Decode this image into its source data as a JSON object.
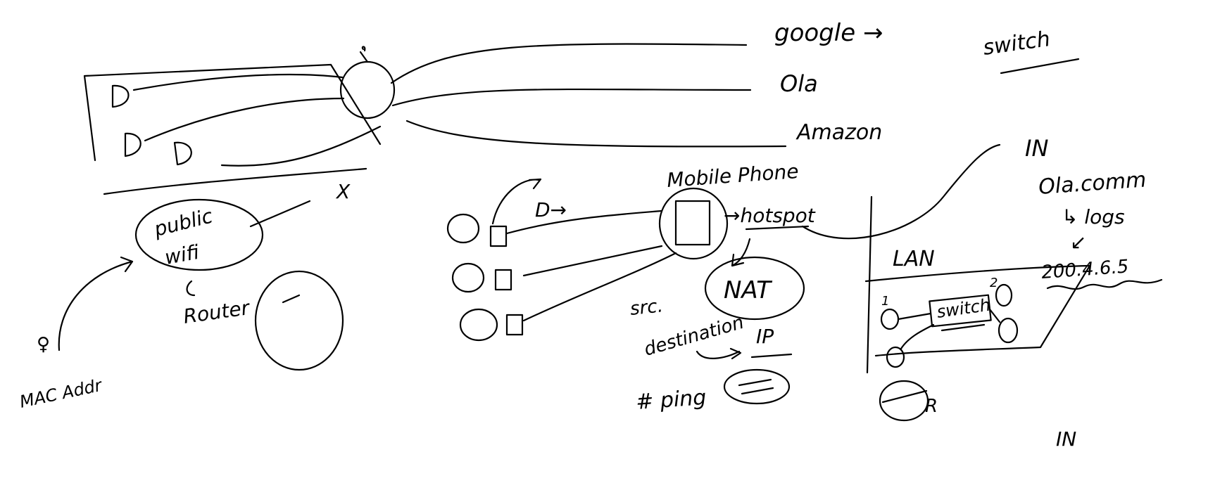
{
  "labels": {
    "google": "google →",
    "ola": "Ola",
    "amazon": "Amazon",
    "switch_heading": "switch",
    "public_wifi_line1": "public",
    "public_wifi_line2": "wifi",
    "router": "Router",
    "x_mark": "X",
    "mac_addr": "MAC Addr",
    "mobile_phone": "Mobile Phone",
    "hotspot": "→hotspot",
    "device_arrow": "D→",
    "nat": "NAT",
    "src": "src.",
    "destination": "destination",
    "ip": "IP",
    "ping": "# ping",
    "lan": "LAN",
    "in_top": "IN",
    "in_bottom": "IN",
    "ola_com": "Ola.comm",
    "logs": "↳ logs",
    "logs_arrow": "↙",
    "ip_addr": "200.4.6.5",
    "switch_box": "switch",
    "port_1": "1",
    "port_2": "2",
    "router_r": "R",
    "d1": "D",
    "d2": "D",
    "d3": "D"
  }
}
